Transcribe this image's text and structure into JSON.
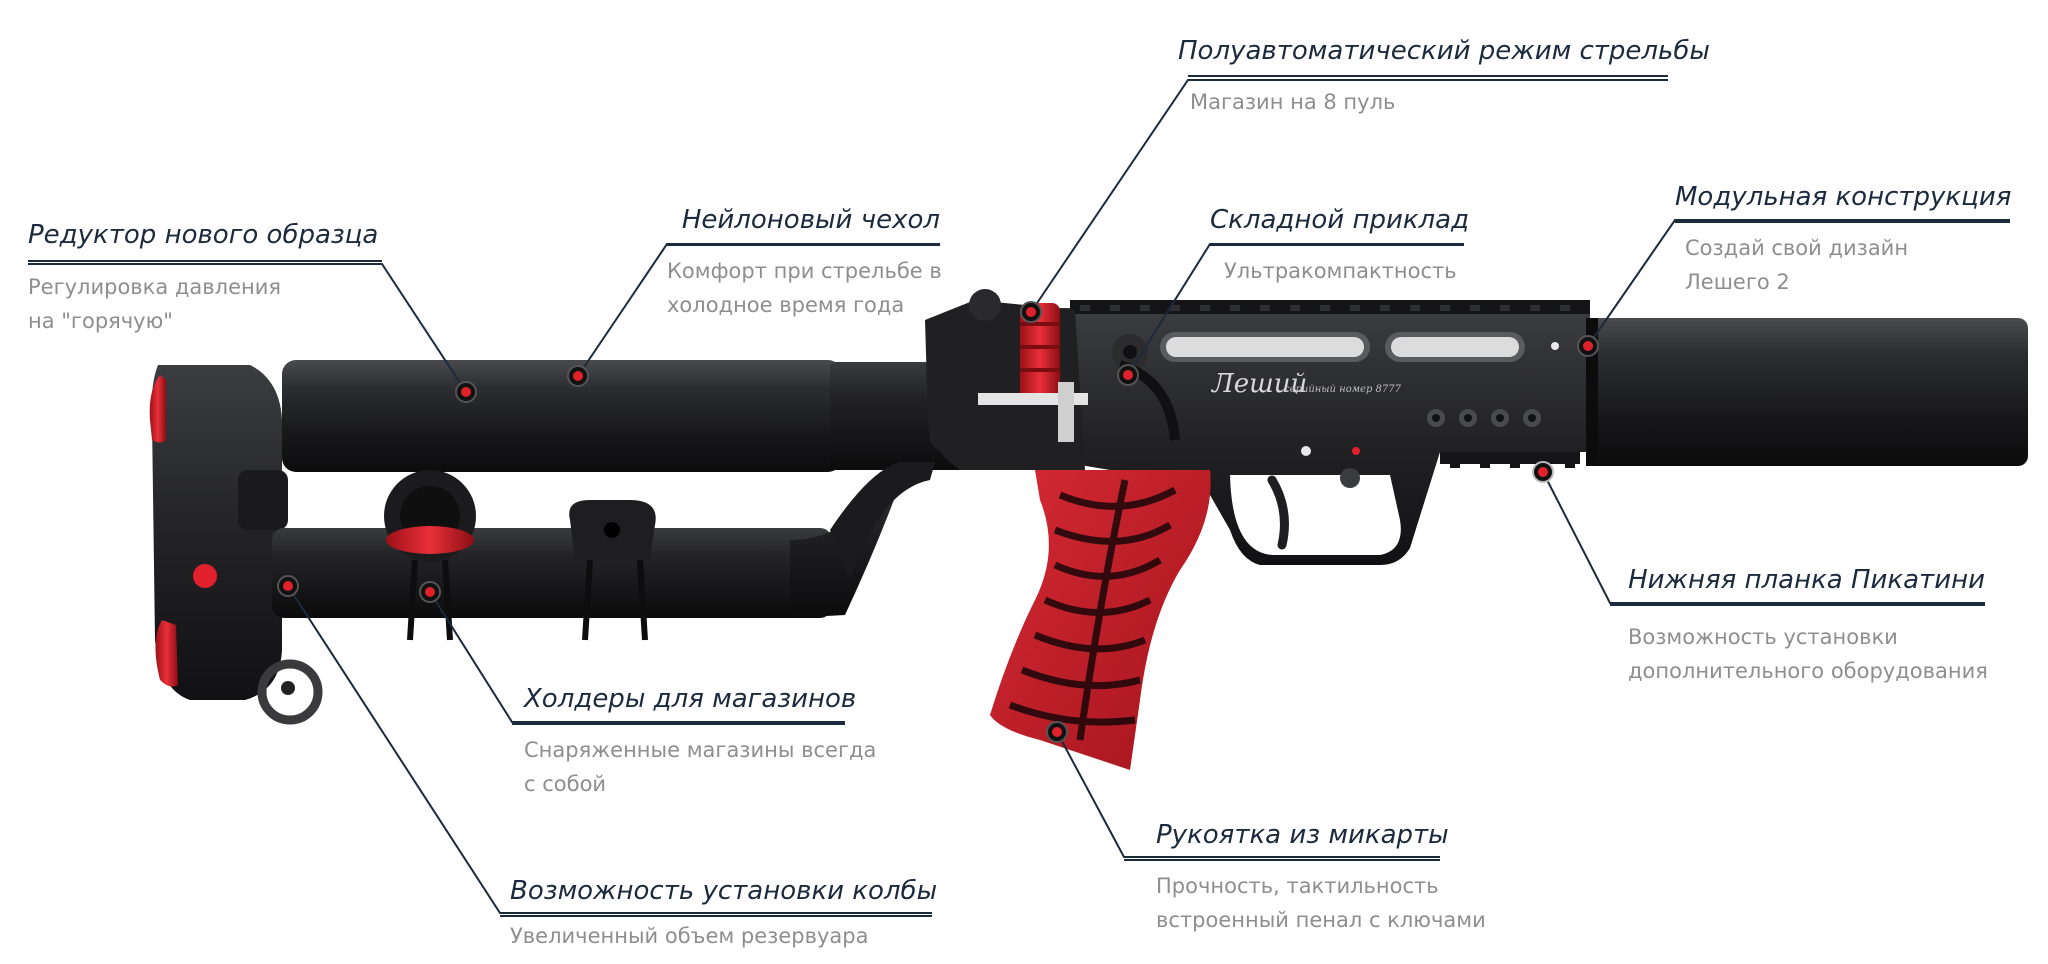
{
  "product": {
    "engraving_name": "Леший",
    "engraving_serial": "серийный номер 8777"
  },
  "annotations": [
    {
      "id": "reducer",
      "title": "Редуктор нового образца",
      "desc": [
        "Регулировка давления",
        "на \"горячую\""
      ]
    },
    {
      "id": "nylon",
      "title": "Нейлоновый чехол",
      "desc": [
        "Комфорт при стрельбе в",
        "холодное время года"
      ]
    },
    {
      "id": "semiauto",
      "title": "Полуавтоматический режим стрельбы",
      "desc": [
        "Магазин на 8 пуль"
      ]
    },
    {
      "id": "folding",
      "title": "Складной приклад",
      "desc": [
        "Ультракомпактность"
      ]
    },
    {
      "id": "modular",
      "title": "Модульная конструкция",
      "desc": [
        "Создай свой дизайн",
        "Лешего 2"
      ]
    },
    {
      "id": "picatinny",
      "title": "Нижняя планка Пикатини",
      "desc": [
        "Возможность установки",
        "дополнительного оборудования"
      ]
    },
    {
      "id": "holders",
      "title": "Холдеры для магазинов",
      "desc": [
        "Снаряженные магазины всегда",
        "с собой"
      ]
    },
    {
      "id": "grip",
      "title": "Рукоятка из микарты",
      "desc": [
        "Прочность, тактильность",
        "встроенный пенал с ключами"
      ]
    },
    {
      "id": "flask",
      "title": "Возможность установки колбы",
      "desc": [
        "Увеличенный объем резервуара"
      ]
    }
  ],
  "colors": {
    "title": "#1b2a3c",
    "description": "#8e8e8e",
    "rule": "#1b2a3c",
    "marker": "#e0202a",
    "metal": "#1e1e20",
    "accent_red": "#d8202a"
  }
}
